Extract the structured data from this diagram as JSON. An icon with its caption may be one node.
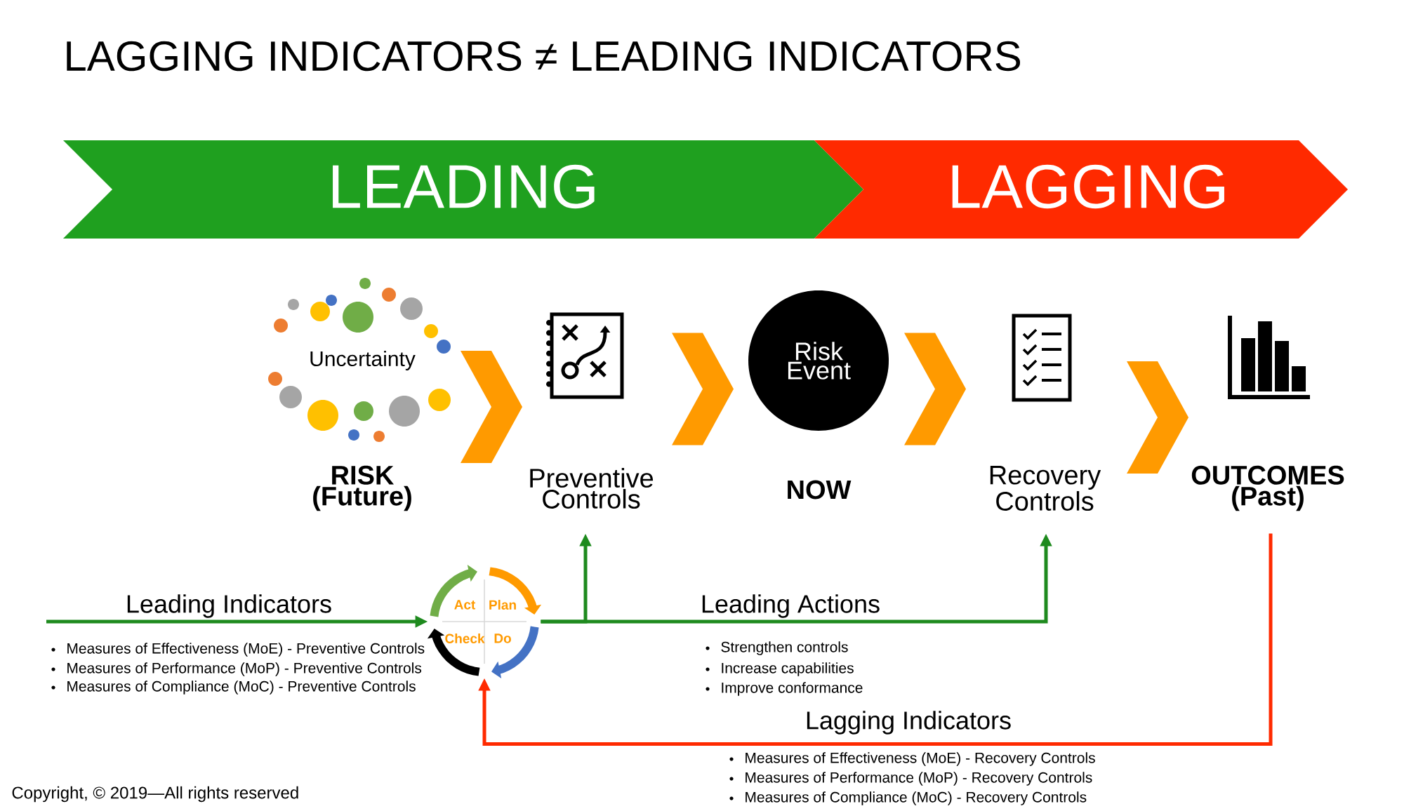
{
  "diagram": {
    "title": "LAGGING INDICATORS ≠ LEADING INDICATORS",
    "nodes": [
      {
        "text": [
          "LEADING"
        ]
      },
      {
        "text": [
          "LAGGING"
        ]
      },
      {
        "text": [
          "Uncertainty"
        ],
        "beside": [
          "RISK (Future)"
        ]
      },
      {
        "text": [],
        "shape": "picture",
        "beside": [
          "Preventive Controls"
        ]
      },
      {
        "text": [
          "Risk Event"
        ],
        "beside": [
          "NOW"
        ]
      },
      {
        "text": [],
        "shape": "picture",
        "beside": [
          "Recovery Controls"
        ]
      },
      {
        "text": [],
        "shape": "picture",
        "beside": [
          "OUTCOMES (Past)"
        ]
      },
      {
        "text": [
          "Act",
          "Plan",
          "Check",
          "Do"
        ]
      }
    ],
    "edges": [
      {
        "from": 2,
        "to": 3,
        "arrow": "to"
      },
      {
        "from": 3,
        "to": 4,
        "arrow": "to"
      },
      {
        "from": 4,
        "to": 5,
        "arrow": "to"
      },
      {
        "from": 5,
        "to": 6,
        "arrow": "to"
      },
      {
        "from": null,
        "to": 7,
        "arrow": "to",
        "label": "Leading Indicators",
        "color": "#1e8a1e"
      },
      {
        "from": 7,
        "to": 3,
        "arrow": "to",
        "color": "#1e8a1e"
      },
      {
        "from": 7,
        "to": 5,
        "arrow": "to",
        "label": "Leading Actions",
        "color": "#1e8a1e"
      },
      {
        "from": 6,
        "to": 7,
        "arrow": "to",
        "label": "Lagging Indicators",
        "color": "#ff2a00"
      }
    ],
    "labels": [
      "Measures of Effectiveness (MoE) - Preventive Controls",
      "Measures of Performance (MoP) - Preventive Controls",
      "Measures of Compliance (MoC) - Preventive Controls",
      "Strengthen controls",
      "Increase capabilities",
      "Improve conformance",
      "Measures of Effectiveness (MoE) - Recovery Controls",
      "Measures of Performance (MoP) - Recovery Controls",
      "Measures of Compliance (MoC) - Recovery Controls",
      "Copyright, © 2019—All rights reserved"
    ]
  }
}
